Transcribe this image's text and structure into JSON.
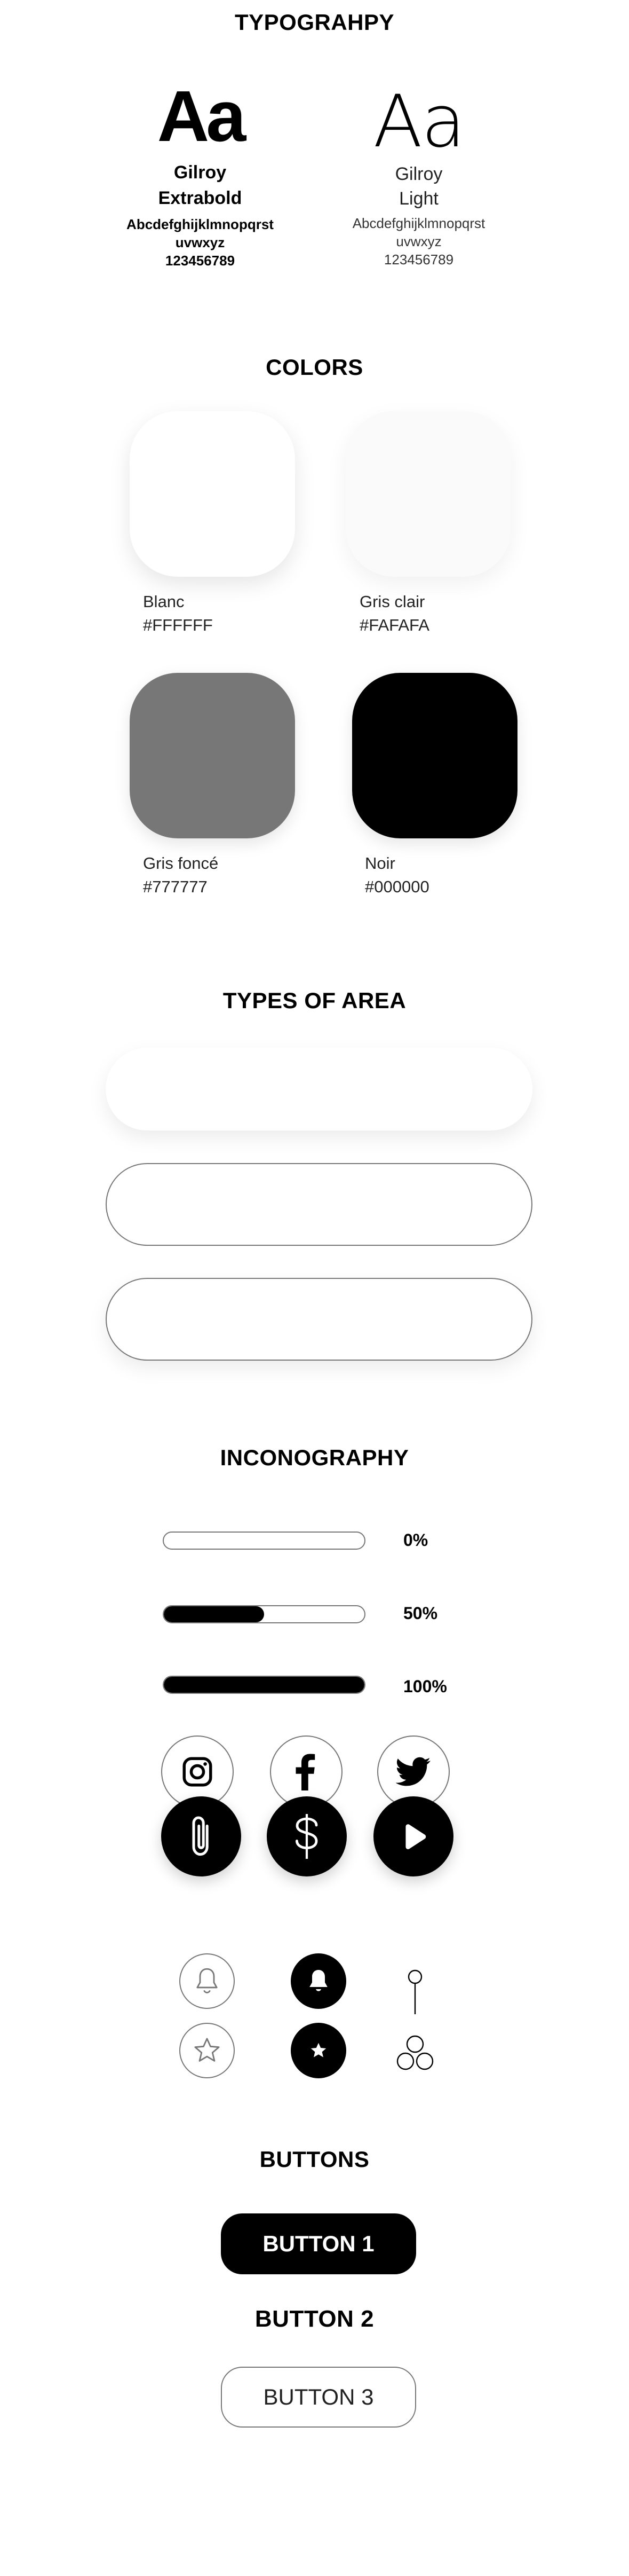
{
  "typography": {
    "title": "TYPOGRAHPY",
    "bold": {
      "sample": "Aa",
      "font_name_line1": "Gilroy",
      "font_name_line2": "Extrabold",
      "glyphs_line1": "Abcdefghijklmnopqrst",
      "glyphs_line2": "uvwxyz",
      "digits": "123456789"
    },
    "light": {
      "sample": "Aa",
      "font_name_line1": "Gilroy",
      "font_name_line2": "Light",
      "glyphs_line1": "Abcdefghijklmnopqrst",
      "glyphs_line2": "uvwxyz",
      "digits": "123456789"
    }
  },
  "colors": {
    "title": "COLORS",
    "swatches": [
      {
        "name": "Blanc",
        "hex": "#FFFFFF"
      },
      {
        "name": "Gris clair",
        "hex": "#FAFAFA"
      },
      {
        "name": "Gris foncé",
        "hex": "#777777"
      },
      {
        "name": "Noir",
        "hex": "#000000"
      }
    ]
  },
  "areas": {
    "title": "TYPES OF AREA"
  },
  "iconography": {
    "title": "INCONOGRAPHY",
    "progress": [
      {
        "label": "0%",
        "value": 0
      },
      {
        "label": "50%",
        "value": 0.5
      },
      {
        "label": "100%",
        "value": 1
      }
    ],
    "social_icons": [
      "instagram-icon",
      "facebook-icon",
      "twitter-icon"
    ],
    "action_icons": [
      "paperclip-icon",
      "dollar-icon",
      "play-icon"
    ],
    "small_icons": [
      "bell-outline-icon",
      "bell-filled-icon",
      "pin-icon",
      "star-outline-icon",
      "star-filled-icon",
      "cluster-icon"
    ]
  },
  "buttons": {
    "title": "BUTTONS",
    "button1": "BUTTON 1",
    "button2": "BUTTON 2",
    "button3": "BUTTON 3"
  }
}
